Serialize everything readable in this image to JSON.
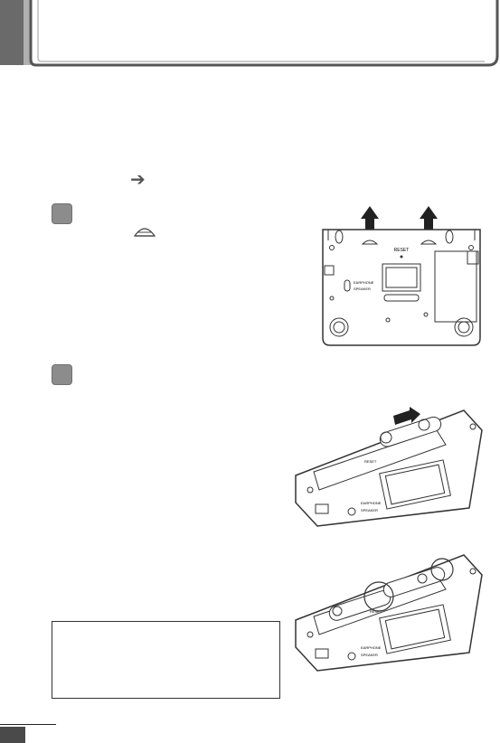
{
  "page": {
    "header": {
      "title": ""
    },
    "steps": [
      {
        "number": ""
      },
      {
        "number": ""
      }
    ],
    "illustrations": {
      "bottom_view": {
        "label_reset": "RESET",
        "label_earphone": "EARPHONE",
        "label_speaker": "SPEAKER"
      },
      "battery_insert": {
        "label_reset": "RESET",
        "label_earphone": "EARPHONE",
        "label_speaker": "SPEAKER"
      },
      "battery_installed": {
        "label_reset": "RESET",
        "label_earphone": "EARPHONE",
        "label_speaker": "SPEAKER"
      }
    },
    "note": {
      "text": ""
    },
    "colors": {
      "badge": "#8c8c8c",
      "frame_dark": "#555555",
      "frame_light": "#9a9a9a"
    }
  }
}
